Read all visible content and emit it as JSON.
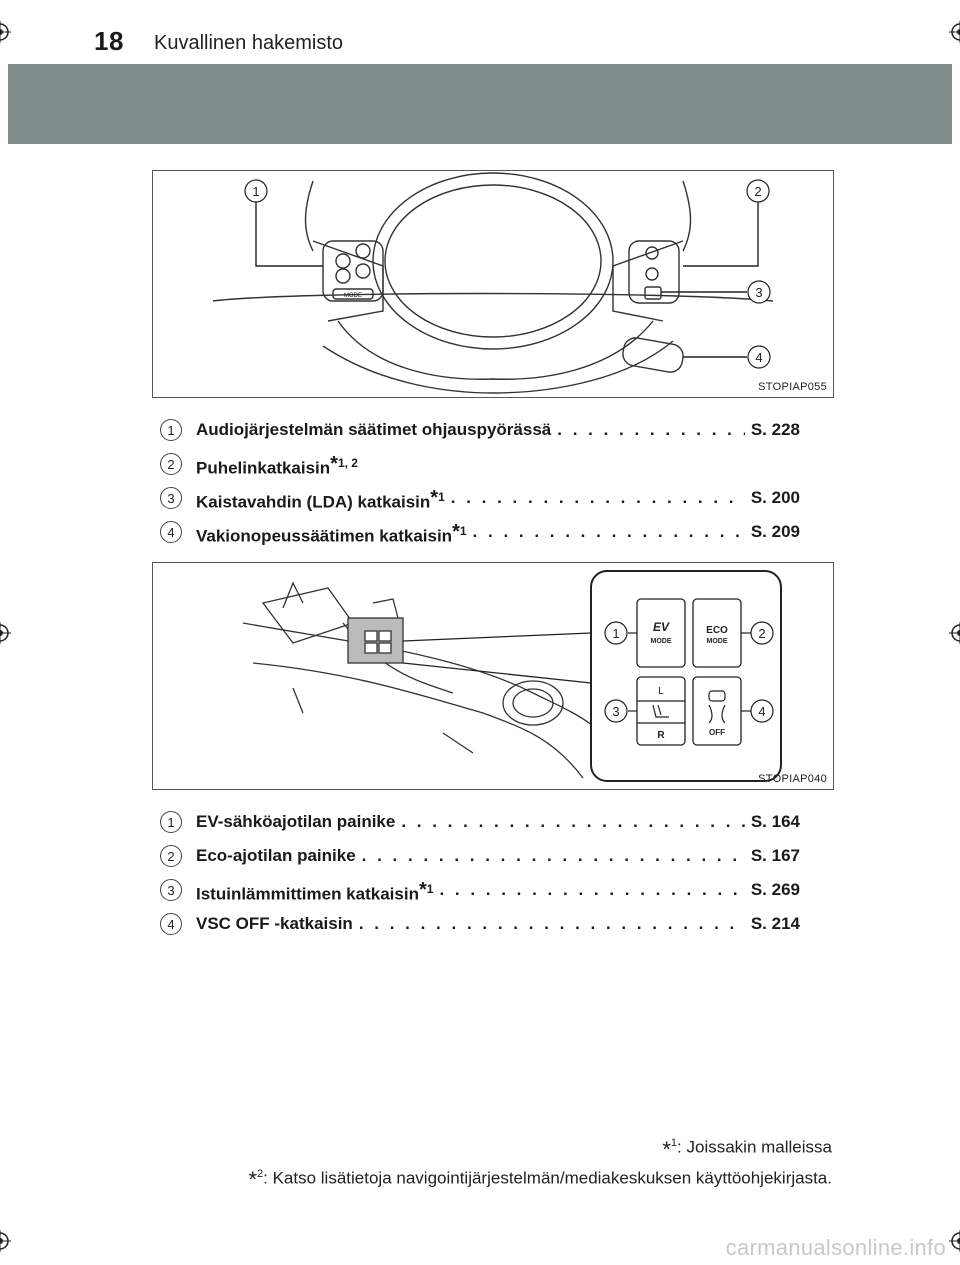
{
  "header": {
    "page_number": "18",
    "title": "Kuvallinen hakemisto"
  },
  "figure1": {
    "code": "STOPIAP055",
    "callouts": [
      "1",
      "2",
      "3",
      "4"
    ],
    "button_text": "MODE"
  },
  "list1": [
    {
      "num": "1",
      "label": "Audiojärjestelmän säätimet ohjauspyörässä",
      "note": "",
      "page": "S. 228"
    },
    {
      "num": "2",
      "label": "Puhelinkatkaisin",
      "note": "1, 2",
      "page": ""
    },
    {
      "num": "3",
      "label": "Kaistavahdin (LDA) katkaisin",
      "note": "1",
      "page": "S. 200"
    },
    {
      "num": "4",
      "label": "Vakionopeussäätimen katkaisin",
      "note": "1",
      "page": "S. 209"
    }
  ],
  "figure2": {
    "code": "STOPIAP040",
    "callouts": [
      "1",
      "2",
      "3",
      "4"
    ],
    "ev_label": "EV",
    "mode_label": "MODE",
    "eco_label": "ECO",
    "seat_low": "L",
    "seat_high": "R",
    "off_label": "OFF"
  },
  "list2": [
    {
      "num": "1",
      "label": "EV-sähköajotilan painike",
      "note": "",
      "page": "S. 164"
    },
    {
      "num": "2",
      "label": "Eco-ajotilan painike",
      "note": "",
      "page": "S. 167"
    },
    {
      "num": "3",
      "label": "Istuinlämmittimen katkaisin",
      "note": "1",
      "page": "S. 269"
    },
    {
      "num": "4",
      "label": "VSC OFF -katkaisin",
      "note": "",
      "page": "S. 214"
    }
  ],
  "footnotes": [
    {
      "mark": "1",
      "text": ": Joissakin malleissa"
    },
    {
      "mark": "2",
      "text": ": Katso lisätietoja navigointijärjestelmän/mediakeskuksen käyttöohjekirjasta."
    }
  ],
  "watermark": "carmanualsonline.info"
}
